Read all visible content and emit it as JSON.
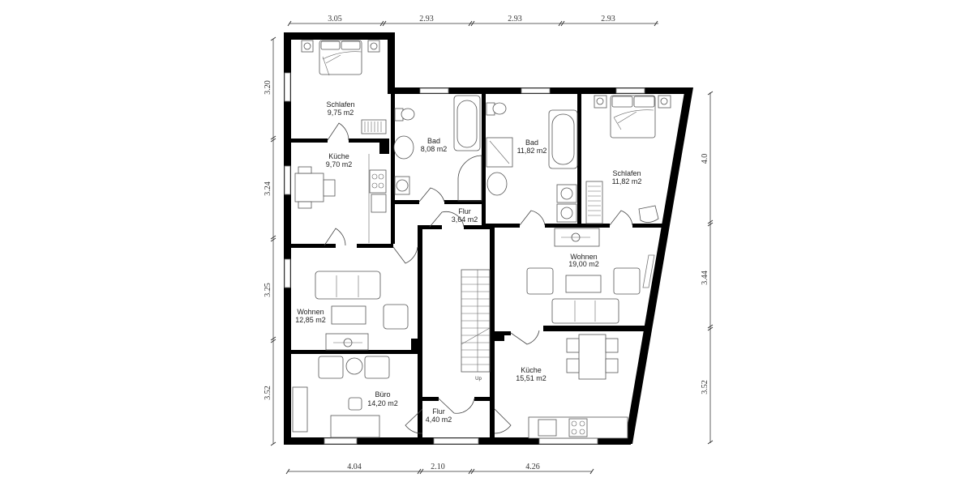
{
  "dimensions": {
    "top": [
      "3.05",
      "2.93",
      "2.93",
      "2.93"
    ],
    "bottom": [
      "4.04",
      "2.10",
      "4.26"
    ],
    "left": [
      "3.20",
      "3.24",
      "3.25",
      "3.52"
    ],
    "right": [
      "4.0",
      "3.44",
      "3.52"
    ]
  },
  "rooms": {
    "schlafen_left": {
      "name": "Schlafen",
      "area": "9,75 m2"
    },
    "kueche_left": {
      "name": "Küche",
      "area": "9,70 m2"
    },
    "bad_left": {
      "name": "Bad",
      "area": "8,08 m2"
    },
    "bad_right": {
      "name": "Bad",
      "area": "11,82 m2"
    },
    "schlafen_right": {
      "name": "Schlafen",
      "area": "11,82 m2"
    },
    "flur_top": {
      "name": "Flur",
      "area": "3,64 m2"
    },
    "wohnen_left": {
      "name": "Wohnen",
      "area": "12,85 m2"
    },
    "wohnen_right": {
      "name": "Wohnen",
      "area": "19,00 m2"
    },
    "buero": {
      "name": "Büro",
      "area": "14,20 m2"
    },
    "flur_bottom": {
      "name": "Flur",
      "area": "4,40 m2"
    },
    "kueche_right": {
      "name": "Küche",
      "area": "15,51 m2"
    }
  },
  "stairs": {
    "label": "Up"
  }
}
